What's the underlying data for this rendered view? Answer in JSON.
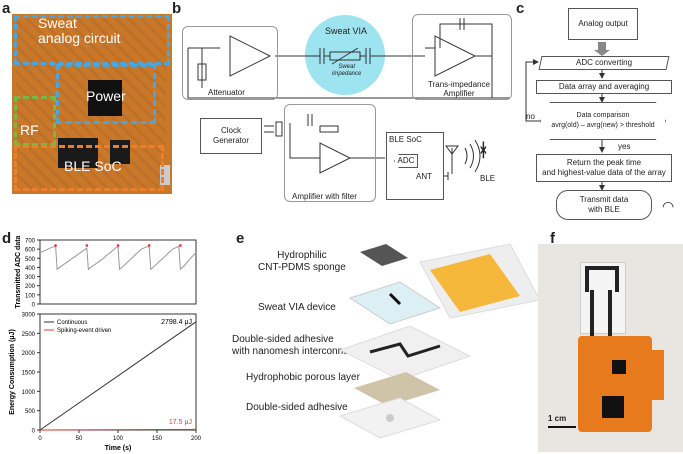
{
  "panels": {
    "a": "a",
    "b": "b",
    "c": "c",
    "d": "d",
    "e": "e",
    "f": "f"
  },
  "a": {
    "labels": {
      "sweat": "Sweat\nanalog circuit",
      "power": "Power",
      "rf": "RF",
      "ble": "BLE SoC"
    },
    "colors": {
      "sweat": "#4aa6e0",
      "power": "#4aa6e0",
      "rf": "#7ab648",
      "ble": "#f07d2a",
      "pcb": "#c9782a"
    }
  },
  "b": {
    "sweat_via": "Sweat VIA",
    "sweat_impedance": "Sweat\nimpedance",
    "attenuator": "Attenuator",
    "tia": "Trans-impedance\nAmplifier",
    "clock": "Clock\nGenerator",
    "amp_filter": "Amplifier with filter",
    "ble_soc": "BLE SoC",
    "adc": "ADC",
    "ant": "ANT",
    "ble": "BLE",
    "bt_icon": "bluetooth-icon"
  },
  "c": {
    "steps": [
      "Analog output",
      "ADC converting",
      "Data array and averaging",
      "Data comparison\navrg(old) – avrg(new) > threshold",
      "Return the peak time\nand highest-value data of the array",
      "Transmit data\nwith BLE"
    ],
    "no": "no",
    "yes": "yes",
    "wifi_icon": "wireless-icon"
  },
  "chart_data": [
    {
      "type": "line",
      "ylabel": "Transmitted ADC data",
      "yticks": [
        0,
        100,
        200,
        300,
        400,
        500,
        600,
        700
      ],
      "ylim": [
        0,
        700
      ],
      "xlim": [
        0,
        200
      ],
      "series": [
        {
          "x": [
            0,
            5,
            10,
            15,
            20,
            22,
            25,
            30,
            35,
            40,
            45,
            50,
            55,
            60,
            62,
            65,
            70,
            75,
            80,
            85,
            90,
            95,
            100,
            102,
            105,
            110,
            115,
            120,
            125,
            130,
            135,
            140,
            142,
            145,
            150,
            155,
            160,
            165,
            170,
            175,
            178,
            180,
            185,
            190,
            195,
            200
          ],
          "values": [
            560,
            580,
            600,
            620,
            630,
            380,
            400,
            430,
            460,
            490,
            520,
            550,
            580,
            610,
            380,
            400,
            430,
            460,
            490,
            530,
            560,
            600,
            630,
            380,
            400,
            440,
            480,
            520,
            560,
            600,
            620,
            630,
            380,
            400,
            440,
            480,
            520,
            560,
            600,
            620,
            630,
            380,
            420,
            470,
            520,
            560
          ]
        }
      ],
      "markers": {
        "x": [
          20,
          60,
          100,
          140,
          180
        ],
        "values": [
          640,
          640,
          640,
          640,
          640
        ]
      }
    },
    {
      "type": "line",
      "xlabel": "Time (s)",
      "ylabel": "Energy Consumption (μJ)",
      "xticks": [
        0,
        50,
        100,
        150,
        200
      ],
      "yticks": [
        0,
        500,
        1000,
        1500,
        2000,
        2500,
        3000
      ],
      "xlim": [
        0,
        200
      ],
      "ylim": [
        0,
        3000
      ],
      "series": [
        {
          "name": "Continuous",
          "x": [
            0,
            200
          ],
          "values": [
            0,
            2798.4
          ]
        },
        {
          "name": "Spiking-event driven",
          "x": [
            0,
            200
          ],
          "values": [
            0,
            17.5
          ]
        }
      ],
      "annotations": [
        "2798.4 μJ",
        "17.5 μJ"
      ]
    }
  ],
  "e": {
    "layers": [
      "Hydrophilic\nCNT-PDMS sponge",
      "Sweat VIA device",
      "Double-sided adhesive\nwith nanomesh interconnect",
      "Hydrophobic porous layer",
      "Double-sided adhesive"
    ]
  },
  "f": {
    "scale": "1 cm"
  }
}
